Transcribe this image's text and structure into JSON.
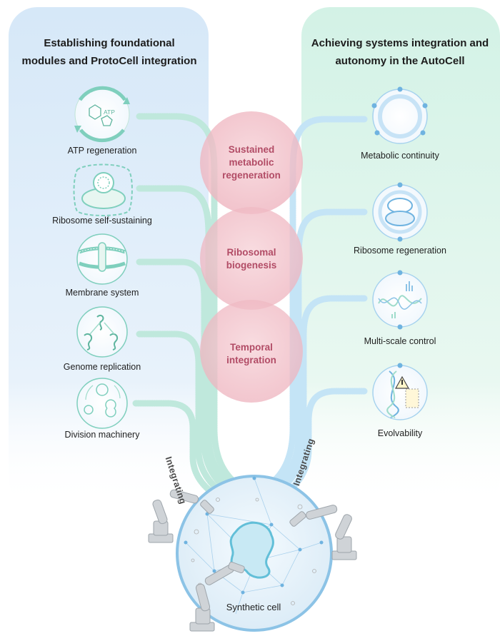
{
  "left_panel": {
    "title_line1": "Establishing foundational",
    "title_line2": "modules and ProtoCell integration",
    "modules": [
      {
        "label": "ATP regeneration",
        "icon": "atp-regeneration-icon"
      },
      {
        "label": "Ribosome self-sustaining",
        "icon": "ribosome-icon"
      },
      {
        "label": "Membrane system",
        "icon": "membrane-icon"
      },
      {
        "label": "Genome replication",
        "icon": "genome-replication-icon"
      },
      {
        "label": "Division machinery",
        "icon": "division-icon"
      }
    ],
    "atp_text": "ATP"
  },
  "right_panel": {
    "title_line1": "Achieving systems integration and",
    "title_line2": "autonomy in the AutoCell",
    "modules": [
      {
        "label": "Metabolic continuity",
        "icon": "metabolic-cycle-icon"
      },
      {
        "label": "Ribosome regeneration",
        "icon": "ribosome-regeneration-icon"
      },
      {
        "label": "Multi-scale control",
        "icon": "signal-waves-icon"
      },
      {
        "label": "Evolvability",
        "icon": "dna-warning-icon"
      }
    ]
  },
  "goals": [
    {
      "line1": "Sustained",
      "line2": "metabolic",
      "line3": "regeneration"
    },
    {
      "line1": "Ribosomal",
      "line2": "biogenesis"
    },
    {
      "line1": "Temporal",
      "line2": "integration"
    }
  ],
  "integrating_left": "Integrating",
  "integrating_right": "Integrating",
  "cell_label": "Synthetic cell",
  "colors": {
    "left_panel": "#dcebf8",
    "right_panel": "#dcf3ea",
    "goal_circle": "#f4c7ce",
    "goal_text": "#b24c66",
    "teal": "#7fcfbd",
    "blue": "#8cc3e6"
  }
}
